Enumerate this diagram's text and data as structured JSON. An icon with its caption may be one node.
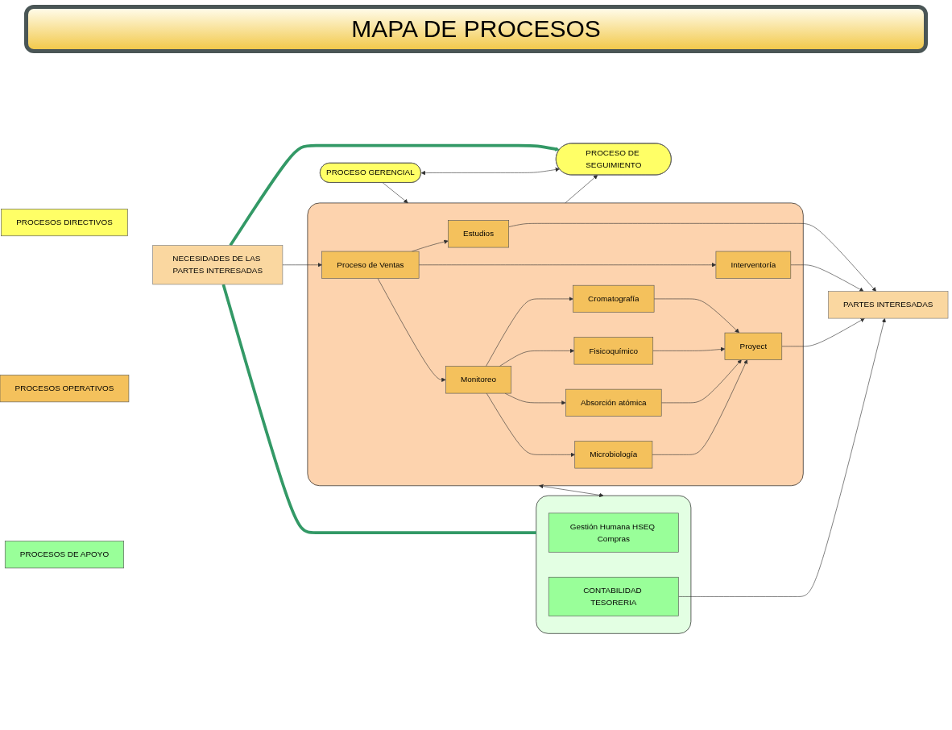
{
  "diagram": {
    "title": "MAPA DE PROCESOS",
    "nodes": [
      {
        "text": [
          "PROCESOS DIRECTIVOS"
        ]
      },
      {
        "text": [
          "PROCESOS OPERATIVOS"
        ]
      },
      {
        "text": [
          "PROCESOS DE APOYO"
        ]
      },
      {
        "text": [
          "NECESIDADES DE LAS PARTES INTERESADAS"
        ]
      },
      {
        "text": [
          "PROCESO GERENCIAL"
        ]
      },
      {
        "text": [
          "PROCESO DE SEGUIMIENTO"
        ]
      },
      {
        "text": [],
        "shape": "box"
      },
      {
        "text": [
          "Estudios"
        ],
        "in": 6
      },
      {
        "text": [
          "Proceso de Ventas"
        ],
        "in": 6
      },
      {
        "text": [
          "Monitoreo"
        ],
        "in": 6
      },
      {
        "text": [
          "Cromatografía"
        ],
        "in": 6
      },
      {
        "text": [
          "Fisicoquímico"
        ],
        "in": 6
      },
      {
        "text": [
          "Absorción atómica"
        ],
        "in": 6
      },
      {
        "text": [
          "Microbiología"
        ],
        "in": 6
      },
      {
        "text": [
          "Proyect"
        ],
        "in": 6
      },
      {
        "text": [
          "Interventoría"
        ],
        "in": 6
      },
      {
        "text": [],
        "shape": "box"
      },
      {
        "text": [
          "Gestión Humana HSEQ Compras"
        ],
        "in": 16
      },
      {
        "text": [
          "CONTABILIDAD TESORERIA"
        ],
        "in": 16
      },
      {
        "text": [
          "PARTES INTERESADAS"
        ]
      }
    ],
    "edges": [
      {
        "from": 3,
        "to": 5,
        "arrow": "to",
        "style": "thick",
        "color": "#339966"
      },
      {
        "from": 3,
        "to": 16,
        "arrow": "none",
        "style": "thick",
        "color": "#339966"
      },
      {
        "from": 3,
        "to": 8,
        "arrow": "to"
      },
      {
        "from": 4,
        "to": 5,
        "arrow": "both"
      },
      {
        "from": 6,
        "to": 5,
        "arrow": "to"
      },
      {
        "from": 4,
        "to": 6,
        "arrow": "to"
      },
      {
        "from": 6,
        "to": 16,
        "arrow": "both"
      },
      {
        "from": 7,
        "to": 19,
        "arrow": "to"
      },
      {
        "from": 8,
        "to": 7,
        "arrow": "to"
      },
      {
        "from": 8,
        "to": 15,
        "arrow": "to"
      },
      {
        "from": 8,
        "to": 9,
        "arrow": "to"
      },
      {
        "from": 9,
        "to": 10,
        "arrow": "to"
      },
      {
        "from": 9,
        "to": 11,
        "arrow": "to"
      },
      {
        "from": 9,
        "to": 12,
        "arrow": "to"
      },
      {
        "from": 9,
        "to": 13,
        "arrow": "to"
      },
      {
        "from": 10,
        "to": 14,
        "arrow": "to"
      },
      {
        "from": 11,
        "to": 14,
        "arrow": "to"
      },
      {
        "from": 12,
        "to": 14,
        "arrow": "to"
      },
      {
        "from": 13,
        "to": 14,
        "arrow": "to"
      },
      {
        "from": 14,
        "to": 19,
        "arrow": "to"
      },
      {
        "from": 15,
        "to": 19,
        "arrow": "to"
      },
      {
        "from": 18,
        "to": 19,
        "arrow": "to"
      }
    ]
  }
}
